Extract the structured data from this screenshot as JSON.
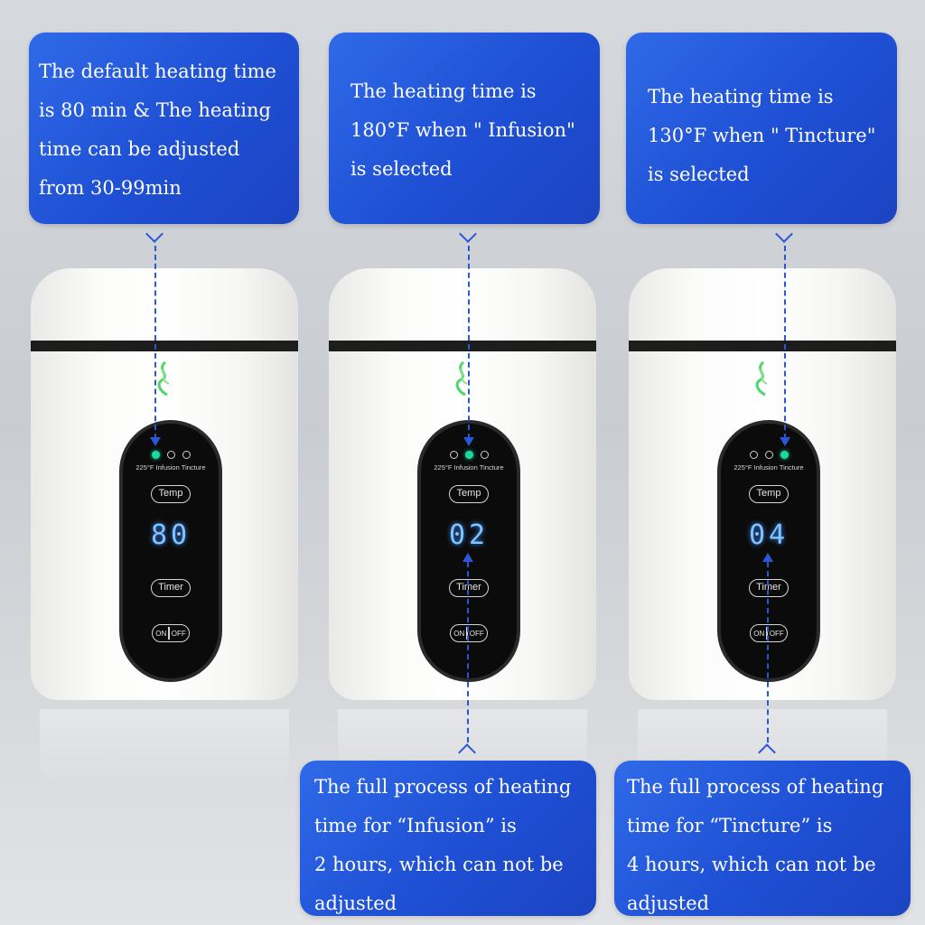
{
  "callouts": {
    "top_left": [
      "The default heating time",
      "is 80 min & The heating",
      "time can be adjusted",
      "from 30-99min"
    ],
    "top_middle": [
      "The heating time is",
      "180°F when \" Infusion\"",
      "is selected"
    ],
    "top_right": [
      "The heating time is",
      "130°F when \" Tincture\"",
      "is selected"
    ],
    "bottom_middle": [
      "The full process of heating",
      "time for “Infusion” is",
      "2 hours, which can not be",
      "adjusted"
    ],
    "bottom_right": [
      "The full process of heating",
      "time for “Tincture” is",
      "4 hours, which can not be",
      "adjusted"
    ]
  },
  "panel_labels": {
    "led_1": "225°F",
    "led_2": "Infusion",
    "led_3": "Tincture",
    "temp_button": "Temp",
    "timer_button": "Timer",
    "on_label": "ON",
    "off_label": "OFF"
  },
  "devices": [
    {
      "display": "80",
      "active_led": 1
    },
    {
      "display": "02",
      "active_led": 2
    },
    {
      "display": "04",
      "active_led": 3
    }
  ],
  "colors": {
    "callout_blue": "#1e4fd4",
    "led_active": "#1fd8a0",
    "display_digits": "#7fc3ff"
  }
}
